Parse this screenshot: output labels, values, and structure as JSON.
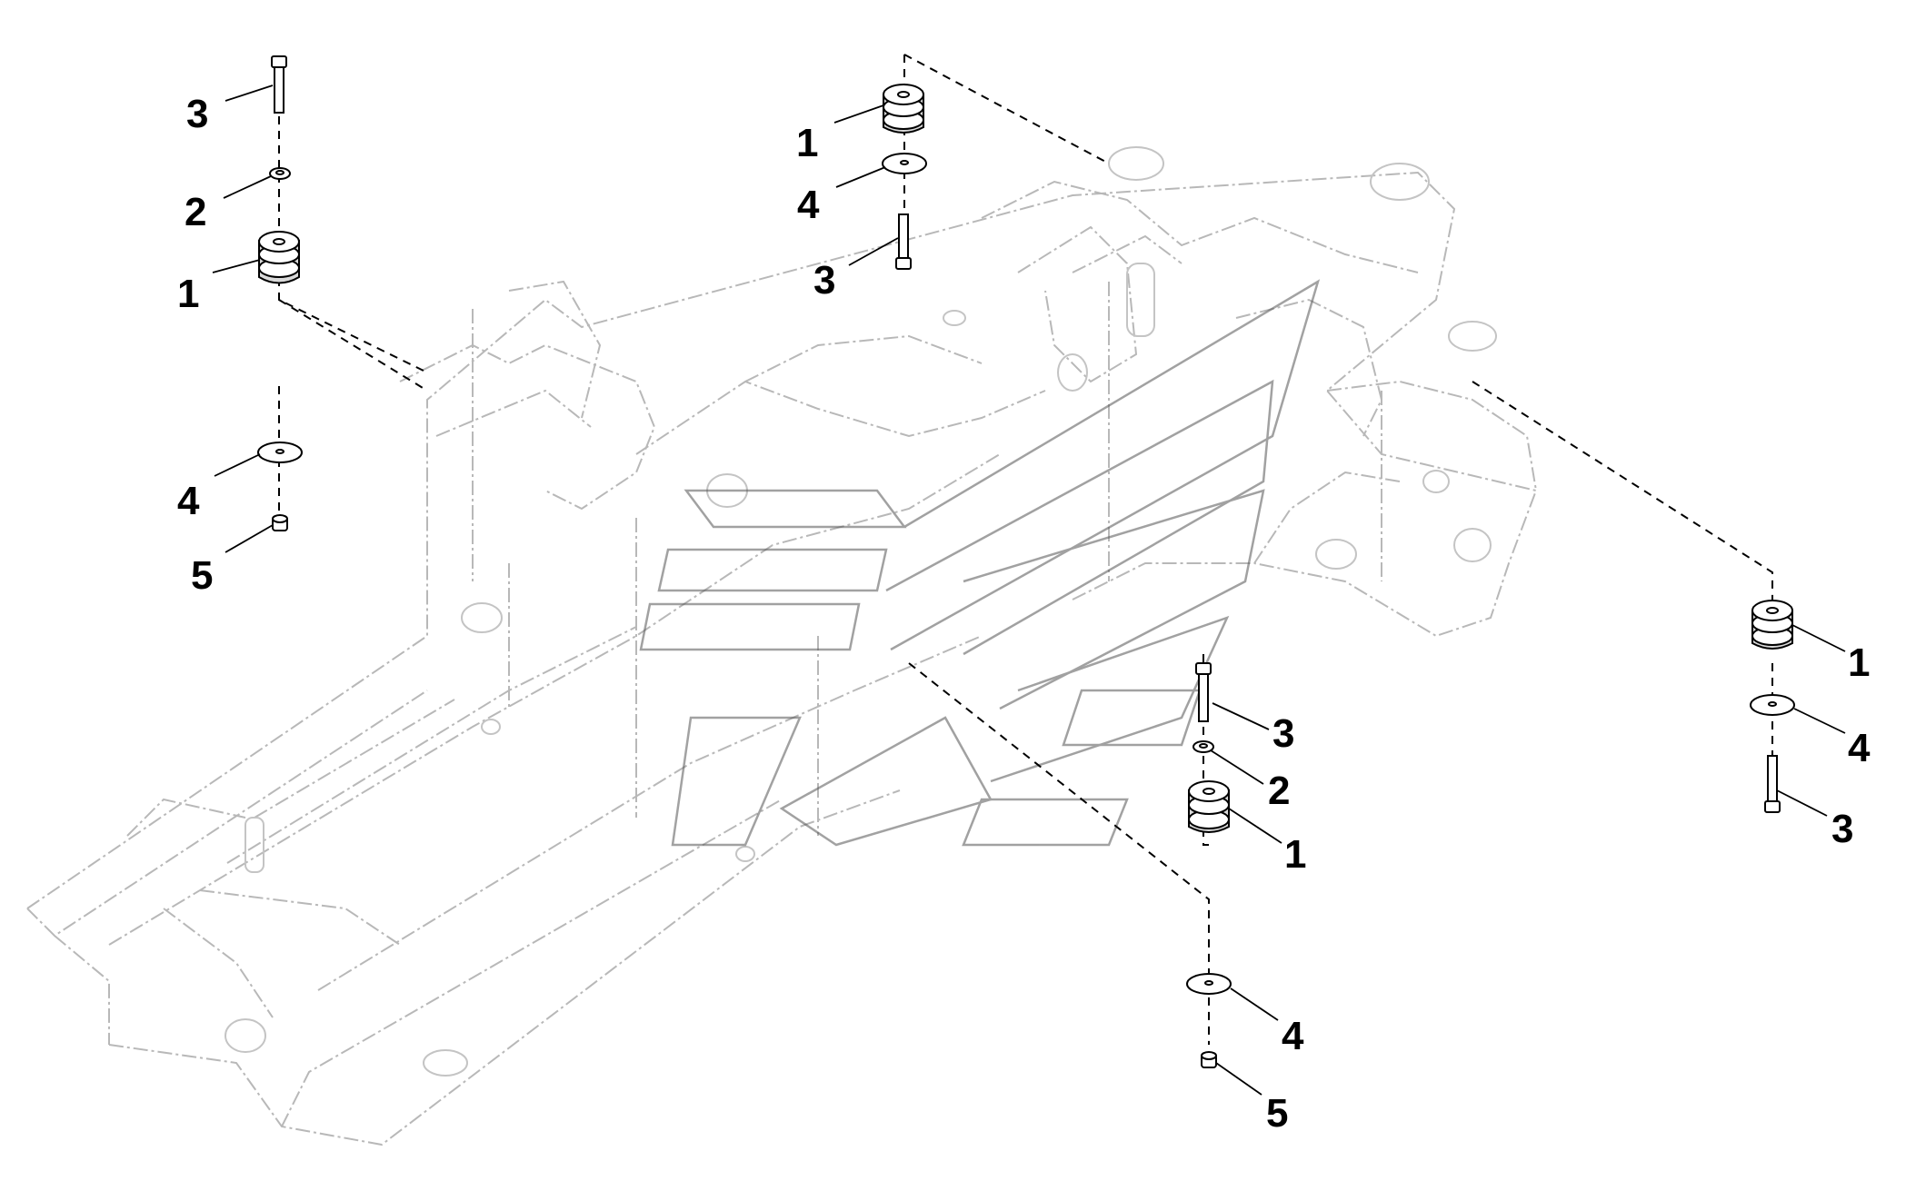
{
  "callouts": {
    "tl_bolt": "3",
    "tl_washer": "2",
    "tl_mount": "1",
    "ml_washer": "4",
    "ml_nut": "5",
    "tc_mount": "1",
    "tc_washer": "4",
    "tc_bolt": "3",
    "cr_bolt": "3",
    "cr_washer": "2",
    "cr_mount": "1",
    "bc_washer": "4",
    "bc_nut": "5",
    "r_mount": "1",
    "r_washer": "4",
    "r_bolt": "3"
  }
}
